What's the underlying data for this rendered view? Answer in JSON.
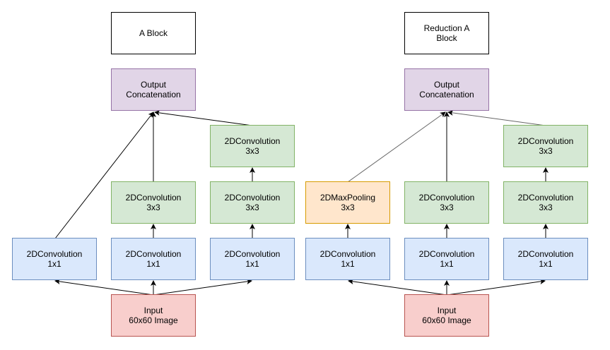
{
  "left": {
    "title": [
      "A Block"
    ],
    "concat": [
      "Output",
      "Concatenation"
    ],
    "conv1x1_a": [
      "2DConvolution",
      "1x1"
    ],
    "conv1x1_b": [
      "2DConvolution",
      "1x1"
    ],
    "conv1x1_c": [
      "2DConvolution",
      "1x1"
    ],
    "conv3x3_b": [
      "2DConvolution",
      "3x3"
    ],
    "conv3x3_c1": [
      "2DConvolution",
      "3x3"
    ],
    "conv3x3_c2": [
      "2DConvolution",
      "3x3"
    ],
    "input": [
      "Input",
      "60x60 Image"
    ]
  },
  "right": {
    "title": [
      "Reduction A",
      "Block"
    ],
    "concat": [
      "Output",
      "Concatenation"
    ],
    "pool": [
      "2DMaxPooling",
      "3x3"
    ],
    "conv1x1_a": [
      "2DConvolution",
      "1x1"
    ],
    "conv1x1_b": [
      "2DConvolution",
      "1x1"
    ],
    "conv1x1_c": [
      "2DConvolution",
      "1x1"
    ],
    "conv3x3_b": [
      "2DConvolution",
      "3x3"
    ],
    "conv3x3_c1": [
      "2DConvolution",
      "3x3"
    ],
    "conv3x3_c2": [
      "2DConvolution",
      "3x3"
    ],
    "input": [
      "Input",
      "60x60 Image"
    ]
  },
  "colors": {
    "concat_fill": "#e1d5e7",
    "concat_stroke": "#9673a6",
    "conv_fill": "#dae8fc",
    "conv_stroke": "#6c8ebf",
    "conv3_fill": "#d5e8d4",
    "conv3_stroke": "#82b366",
    "pool_fill": "#ffe6cc",
    "pool_stroke": "#d79b00",
    "input_fill": "#f8cecc",
    "input_stroke": "#b85450"
  }
}
